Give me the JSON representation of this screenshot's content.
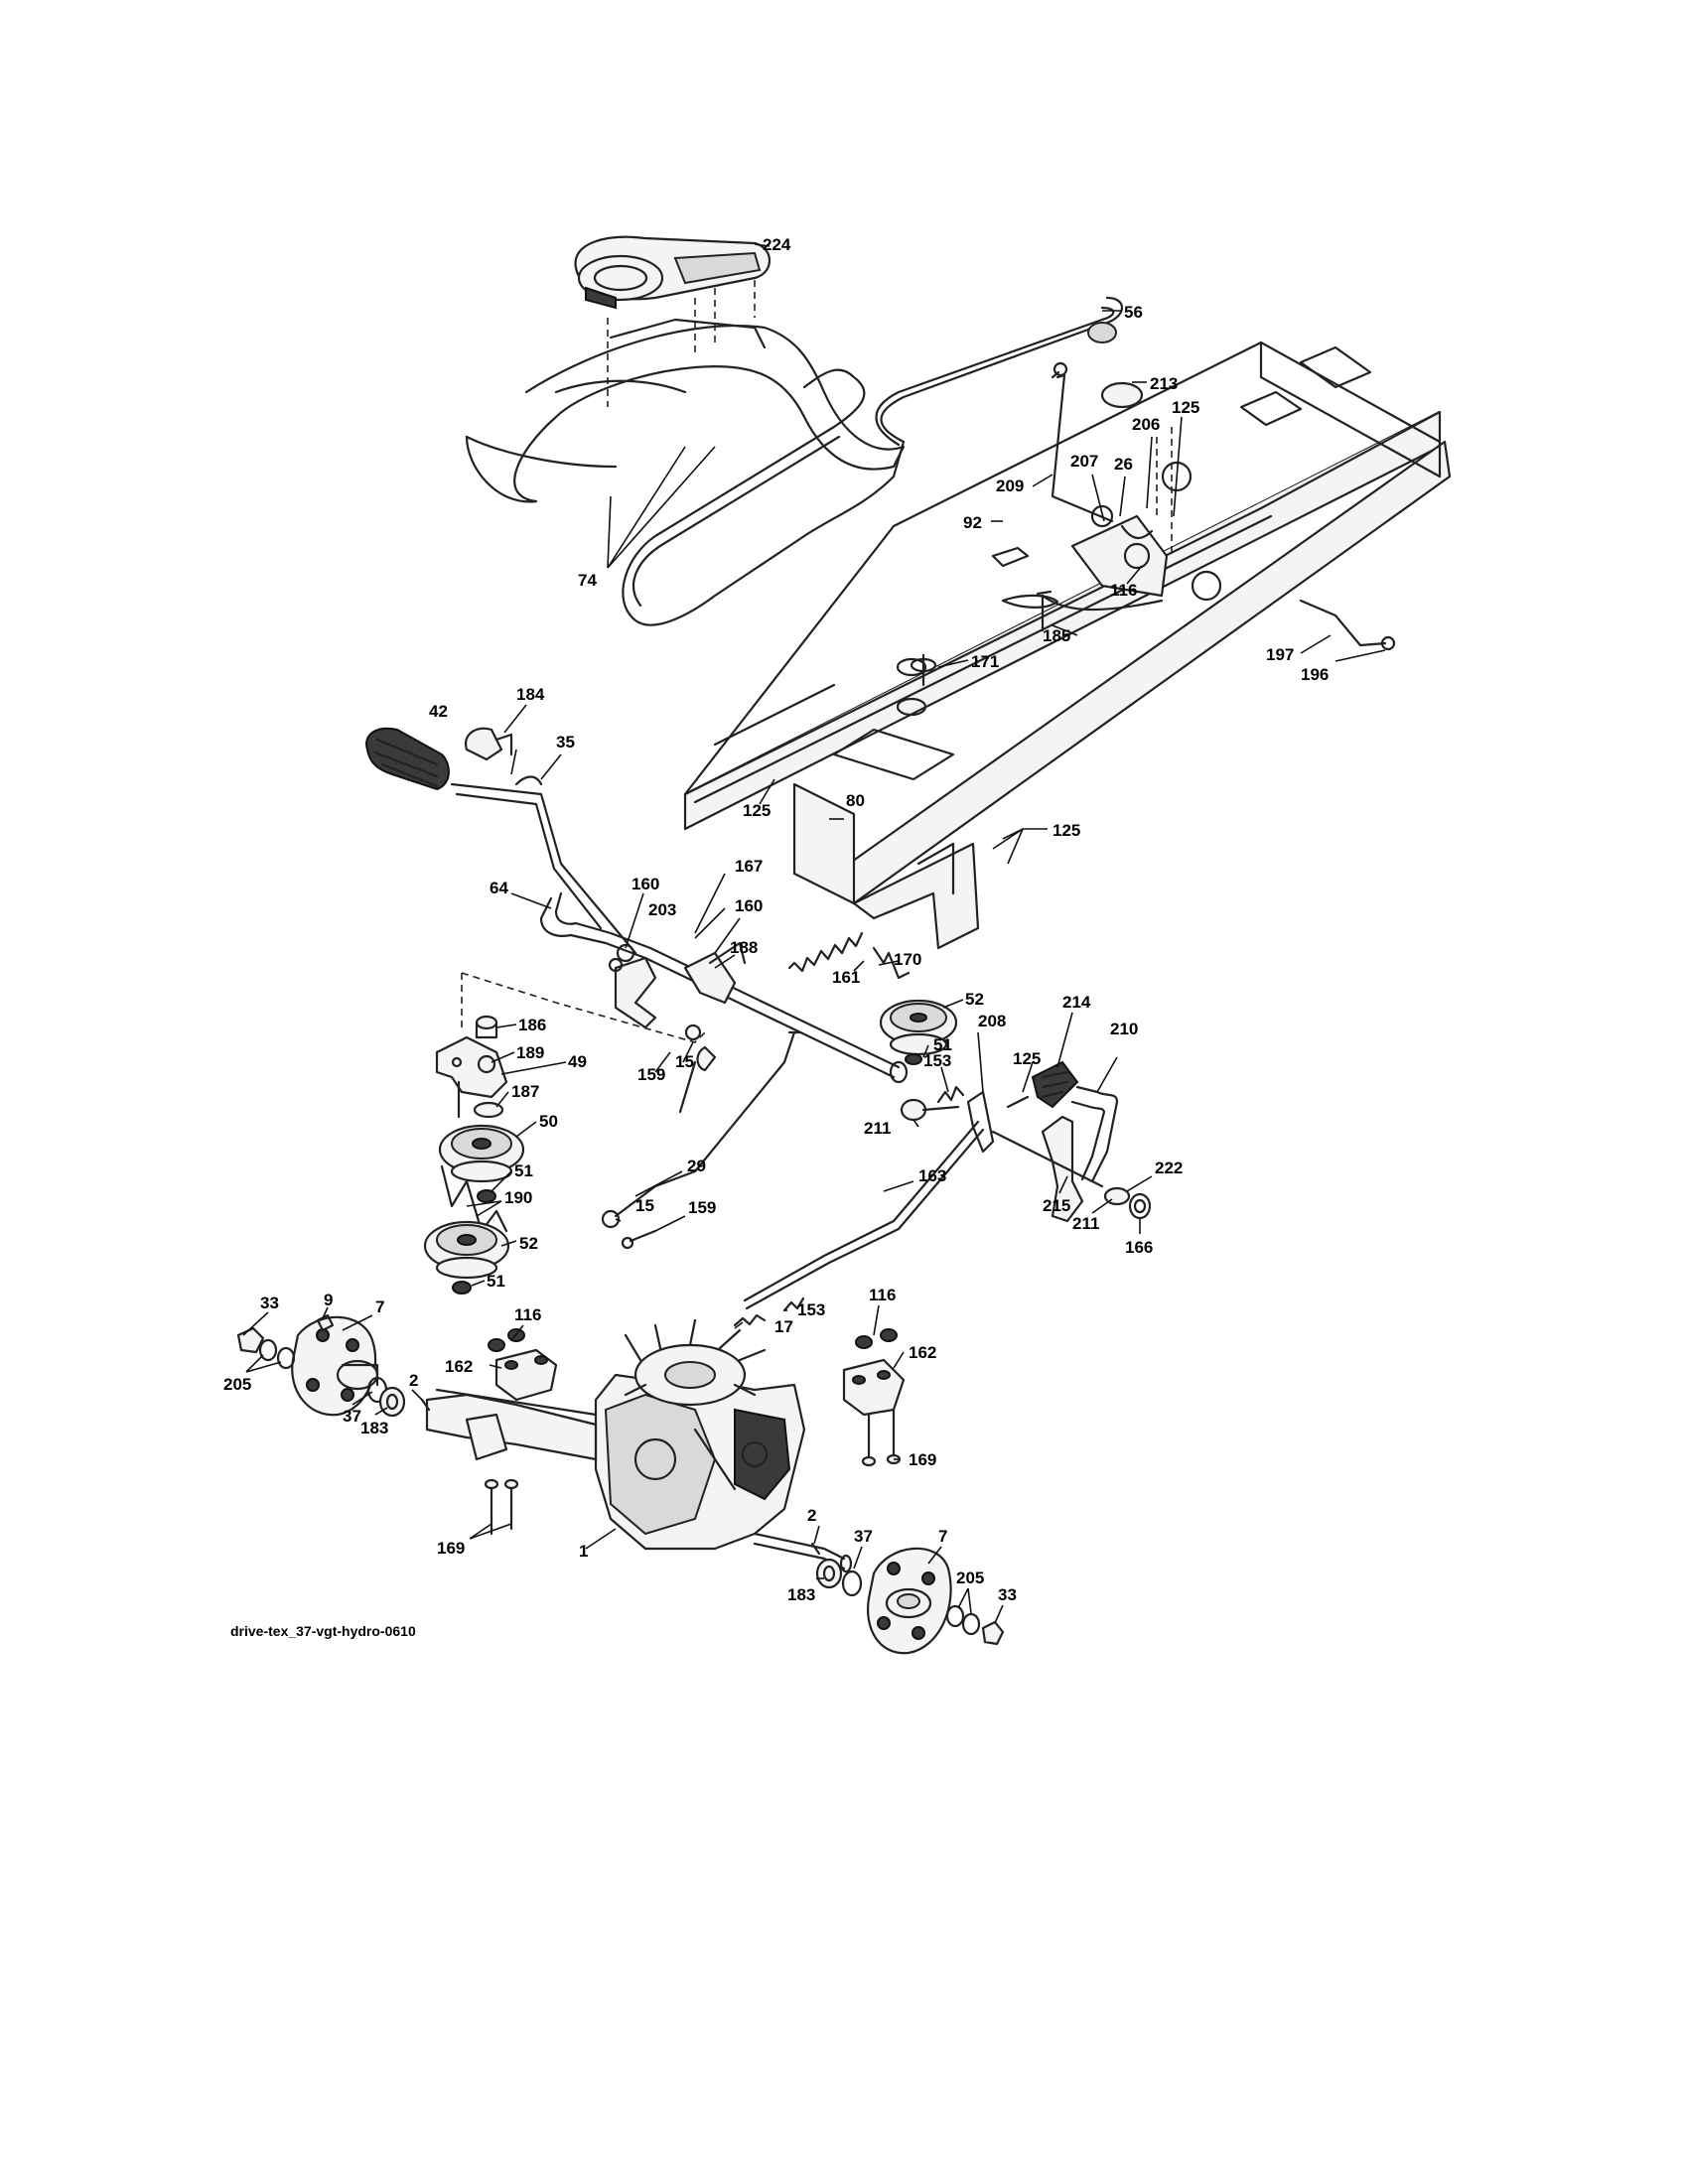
{
  "caption": "drive-tex_37-vgt-hydro-0610",
  "callouts": [
    "224",
    "56",
    "213",
    "125",
    "206",
    "26",
    "207",
    "209",
    "92",
    "74",
    "116",
    "185",
    "171",
    "197",
    "196",
    "184",
    "42",
    "35",
    "125",
    "80",
    "125",
    "64",
    "160",
    "167",
    "203",
    "160",
    "188",
    "161",
    "170",
    "52",
    "51",
    "186",
    "189",
    "49",
    "187",
    "50",
    "51",
    "190",
    "52",
    "51",
    "159",
    "15",
    "208",
    "214",
    "210",
    "125",
    "153",
    "211",
    "29",
    "15",
    "159",
    "163",
    "222",
    "215",
    "211",
    "166",
    "33",
    "9",
    "7",
    "205",
    "37",
    "183",
    "2",
    "116",
    "162",
    "17",
    "153",
    "116",
    "162",
    "169",
    "169",
    "1",
    "2",
    "37",
    "7",
    "183",
    "205",
    "33"
  ]
}
